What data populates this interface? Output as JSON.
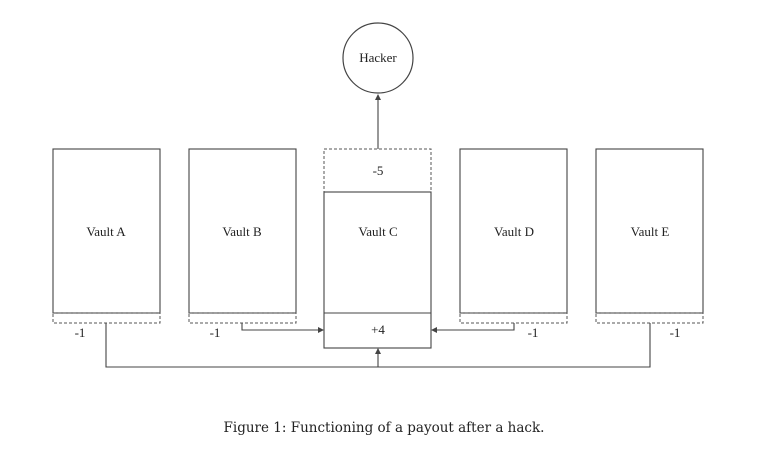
{
  "diagram": {
    "hacker": {
      "label": "Hacker"
    },
    "vaults": [
      {
        "id": "A",
        "label": "Vault A",
        "delta": "-1"
      },
      {
        "id": "B",
        "label": "Vault B",
        "delta": "-1"
      },
      {
        "id": "C",
        "label": "Vault C",
        "top_delta": "-5",
        "bottom_delta": "+4"
      },
      {
        "id": "D",
        "label": "Vault D",
        "delta": "-1"
      },
      {
        "id": "E",
        "label": "Vault E",
        "delta": "-1"
      }
    ]
  },
  "caption": "Figure 1: Functioning of a payout after a hack."
}
